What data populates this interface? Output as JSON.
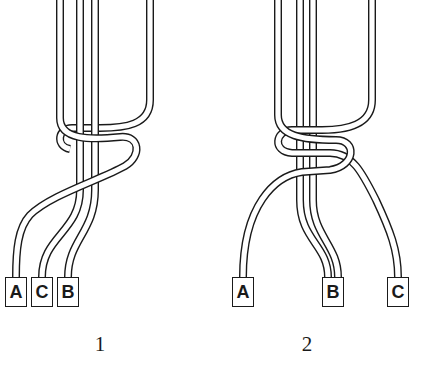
{
  "diagram": {
    "nodes": [
      {
        "text": [
          "A"
        ]
      },
      {
        "text": [
          "C"
        ]
      },
      {
        "text": [
          "B"
        ]
      },
      {
        "text": [
          "A"
        ]
      },
      {
        "text": [
          "B"
        ]
      },
      {
        "text": [
          "C"
        ]
      }
    ],
    "labels": [
      "1",
      "2"
    ]
  }
}
